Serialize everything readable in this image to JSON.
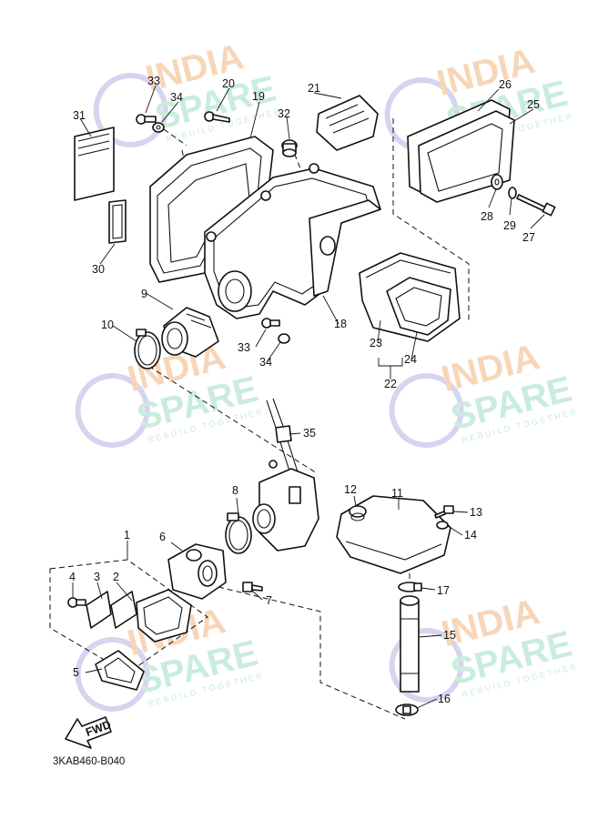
{
  "diagram": {
    "code": "3KAB460-B040",
    "fwd_label": "FWD",
    "callouts": [
      "1",
      "2",
      "3",
      "4",
      "5",
      "6",
      "7",
      "8",
      "9",
      "10",
      "11",
      "12",
      "13",
      "14",
      "15",
      "16",
      "17",
      "18",
      "19",
      "20",
      "21",
      "22",
      "23",
      "24",
      "25",
      "26",
      "27",
      "28",
      "29",
      "30",
      "31",
      "32",
      "33",
      "34",
      "35"
    ],
    "extra_callouts": {
      "c33b": "33",
      "c34b": "34"
    }
  },
  "watermark": {
    "line1": "INDIA",
    "line2": "SPARE",
    "tagline": "REBUILD TOGETHER",
    "colors": {
      "orange": "#f5c9a0",
      "green": "#b9e6d2",
      "blue": "#c9c6e8"
    }
  }
}
